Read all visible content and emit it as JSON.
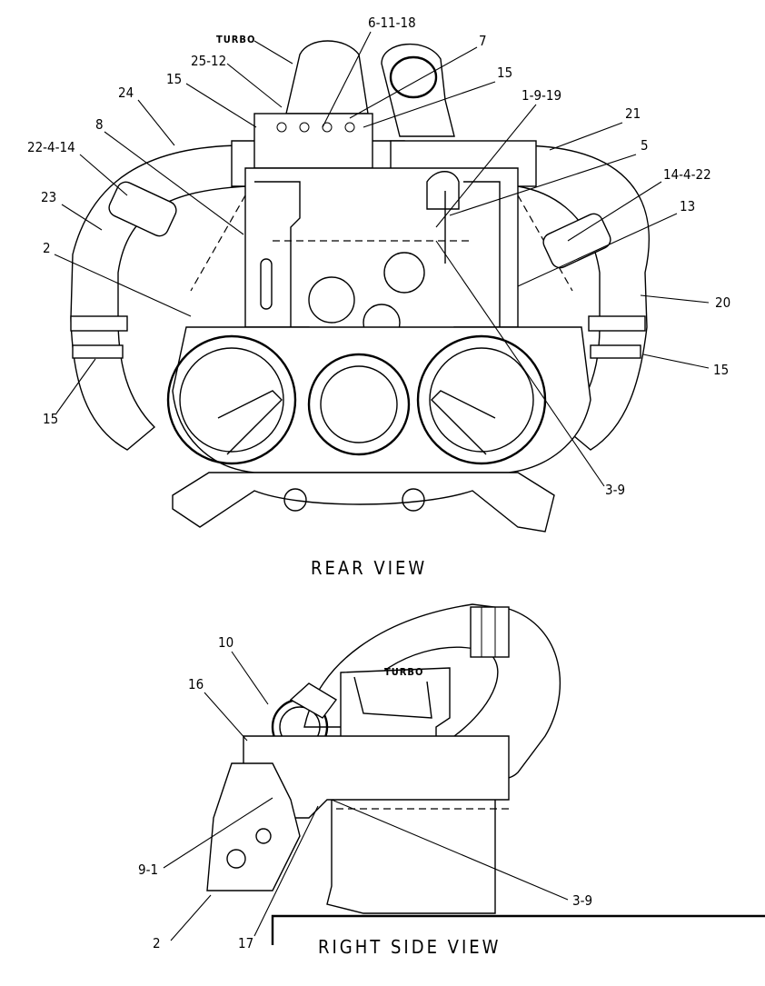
{
  "rear_view": {
    "title": "REAR VIEW",
    "turbo_label": "TURBO",
    "callouts": [
      "6-11-18",
      "7",
      "25-12",
      "15",
      "15",
      "1-9-19",
      "24",
      "21",
      "8",
      "5",
      "22-4-14",
      "14-4-22",
      "23",
      "13",
      "2",
      "20",
      "15",
      "15",
      "3-9"
    ]
  },
  "side_view": {
    "title": "RIGHT SIDE VIEW",
    "turbo_label": "TURBO",
    "callouts": [
      "10",
      "16",
      "9-1",
      "3-9",
      "2",
      "17"
    ]
  }
}
